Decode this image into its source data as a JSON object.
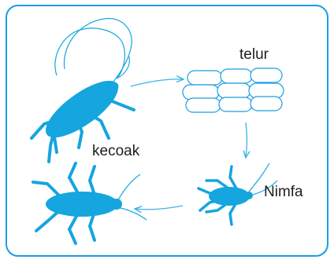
{
  "diagram": {
    "labels": {
      "egg": "telur",
      "adult": "kecoak",
      "nymph": "Nimfa"
    },
    "colors": {
      "frame": "#1a9ee0",
      "insect": "#15a5df",
      "line": "#3bb3e6"
    }
  }
}
